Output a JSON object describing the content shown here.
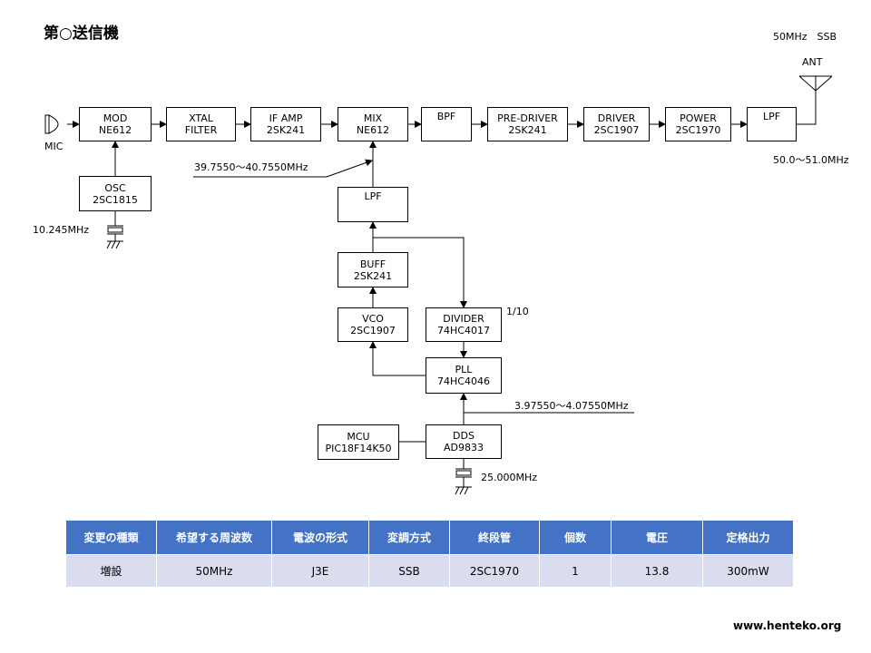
{
  "title": "第○送信機",
  "band_label": "50MHz　SSB",
  "ant_label": "ANT",
  "mic_label": "MIC",
  "range_label": "50.0～51.0MHz",
  "osc_freq_label": "10.245MHz",
  "lo_freq_label": "39.7550～40.7550MHz",
  "divider_ratio_label": "1/10",
  "dds_freq_label": "3.97550～4.07550MHz",
  "xtal_freq_label": "25.000MHz",
  "blocks": {
    "mod": {
      "l1": "MOD",
      "l2": "NE612"
    },
    "xtal_filter": {
      "l1": "XTAL",
      "l2": "FILTER"
    },
    "if_amp": {
      "l1": "IF AMP",
      "l2": "2SK241"
    },
    "mix": {
      "l1": "MIX",
      "l2": "NE612"
    },
    "bpf": {
      "l1": "BPF"
    },
    "pre_driver": {
      "l1": "PRE-DRIVER",
      "l2": "2SK241"
    },
    "driver": {
      "l1": "DRIVER",
      "l2": "2SC1907"
    },
    "power": {
      "l1": "POWER",
      "l2": "2SC1970"
    },
    "lpf_out": {
      "l1": "LPF"
    },
    "osc": {
      "l1": "OSC",
      "l2": "2SC1815"
    },
    "lpf_loop": {
      "l1": "LPF"
    },
    "buff": {
      "l1": "BUFF",
      "l2": "2SK241"
    },
    "vco": {
      "l1": "VCO",
      "l2": "2SC1907"
    },
    "divider": {
      "l1": "DIVIDER",
      "l2": "74HC4017"
    },
    "pll": {
      "l1": "PLL",
      "l2": "74HC4046"
    },
    "mcu": {
      "l1": "MCU",
      "l2": "PIC18F14K50"
    },
    "dds": {
      "l1": "DDS",
      "l2": "AD9833"
    }
  },
  "table": {
    "headers": [
      "変更の種類",
      "希望する周波数",
      "電波の形式",
      "変調方式",
      "終段管",
      "個数",
      "電圧",
      "定格出力"
    ],
    "row": [
      "増設",
      "50MHz",
      "J3E",
      "SSB",
      "2SC1970",
      "1",
      "13.8",
      "300mW"
    ]
  },
  "website": "www.henteko.org"
}
